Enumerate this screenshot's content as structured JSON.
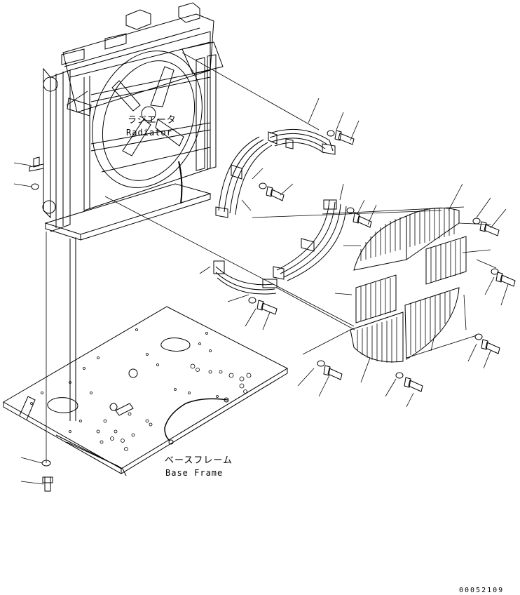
{
  "labels": {
    "radiator_jp": "ラジエータ",
    "radiator_en": "Radiator",
    "base_frame_jp": "ベースフレーム",
    "base_frame_en": "Base Frame",
    "drawing_number": "00052109"
  },
  "colors": {
    "line": "#000000",
    "background": "#ffffff"
  }
}
